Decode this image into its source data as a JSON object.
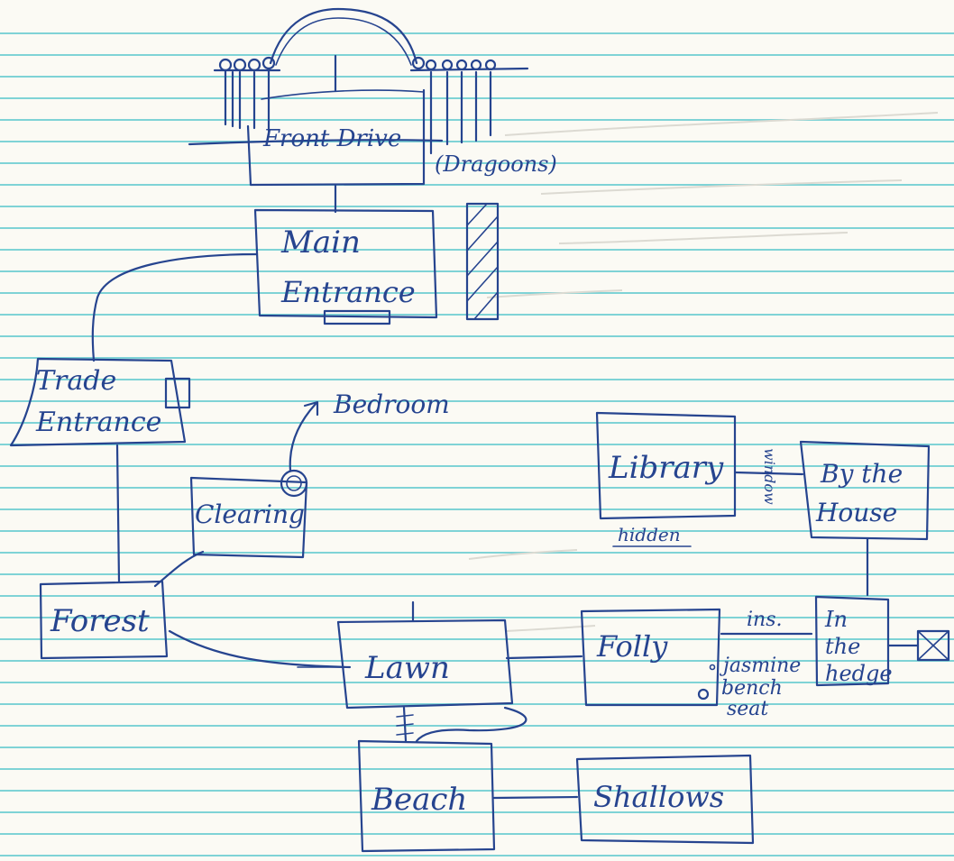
{
  "diagram": {
    "nodes": {
      "front_drive": "Front Drive",
      "front_drive_note": "(Dragoons)",
      "main_entrance_line1": "Main",
      "main_entrance_line2": "Entrance",
      "trade_entrance_line1": "Trade",
      "trade_entrance_line2": "Entrance",
      "clearing": "Clearing",
      "bedroom": "Bedroom",
      "forest": "Forest",
      "lawn": "Lawn",
      "beach": "Beach",
      "shallows": "Shallows",
      "folly": "Folly",
      "library": "Library",
      "library_note": "hidden",
      "by_the_house_line1": "By the",
      "by_the_house_line2": "House",
      "in_the_hedge_line1": "In",
      "in_the_hedge_line2": "the",
      "in_the_hedge_line3": "hedge"
    },
    "edge_labels": {
      "window": "window",
      "ins": "ins.",
      "folly_notes": [
        "jasmine",
        "bench",
        "seat"
      ]
    }
  },
  "colors": {
    "ink": "#26448f",
    "paper": "#fbfaf4",
    "rule_line": "#7fd3d6"
  }
}
